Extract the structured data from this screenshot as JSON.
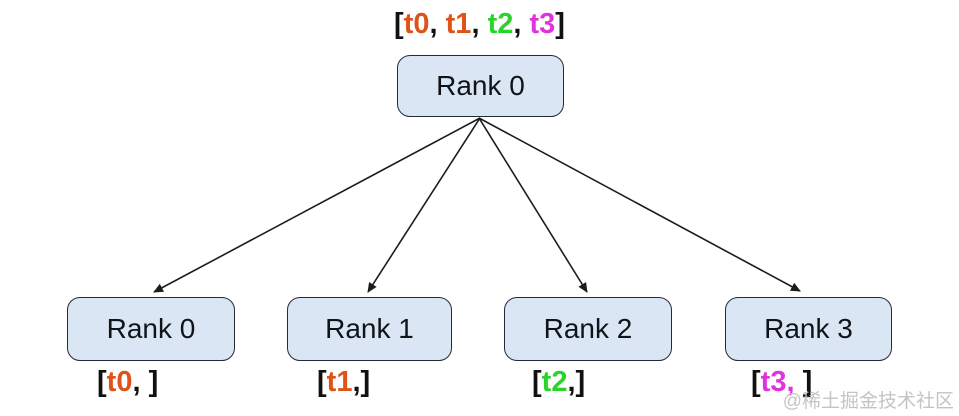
{
  "top_label": {
    "tokens": [
      {
        "text": "[",
        "color": "#111111"
      },
      {
        "text": "t0",
        "color": "#DE5318"
      },
      {
        "text": ", ",
        "color": "#111111"
      },
      {
        "text": "t1",
        "color": "#DE5318"
      },
      {
        "text": ", ",
        "color": "#111111"
      },
      {
        "text": "t2",
        "color": "#28D428"
      },
      {
        "text": ", ",
        "color": "#111111"
      },
      {
        "text": "t3",
        "color": "#E033DE"
      },
      {
        "text": "]",
        "color": "#111111"
      }
    ]
  },
  "nodes": {
    "root": {
      "label": "Rank 0"
    },
    "children": [
      {
        "label": "Rank 0"
      },
      {
        "label": "Rank 1"
      },
      {
        "label": "Rank 2"
      },
      {
        "label": "Rank 3"
      }
    ]
  },
  "child_labels": [
    {
      "tokens": [
        {
          "text": "[",
          "color": "#111111"
        },
        {
          "text": "t0",
          "color": "#DE5318"
        },
        {
          "text": ", ]",
          "color": "#111111"
        }
      ]
    },
    {
      "tokens": [
        {
          "text": "[",
          "color": "#111111"
        },
        {
          "text": "t1",
          "color": "#DE5318"
        },
        {
          "text": ",]",
          "color": "#111111"
        }
      ]
    },
    {
      "tokens": [
        {
          "text": "[",
          "color": "#111111"
        },
        {
          "text": "t2",
          "color": "#28D428"
        },
        {
          "text": ",]",
          "color": "#111111"
        }
      ]
    },
    {
      "tokens": [
        {
          "text": "[",
          "color": "#111111"
        },
        {
          "text": "t3,",
          "color": "#E033DE"
        },
        {
          "text": " ]",
          "color": "#111111"
        }
      ]
    }
  ],
  "colors": {
    "node_fill": "#DAE6F4",
    "node_border": "#232b36",
    "arrow": "#1c1c1c",
    "watermark": "#c4c4c4"
  },
  "watermark": {
    "text": "@稀土掘金技术社区"
  }
}
